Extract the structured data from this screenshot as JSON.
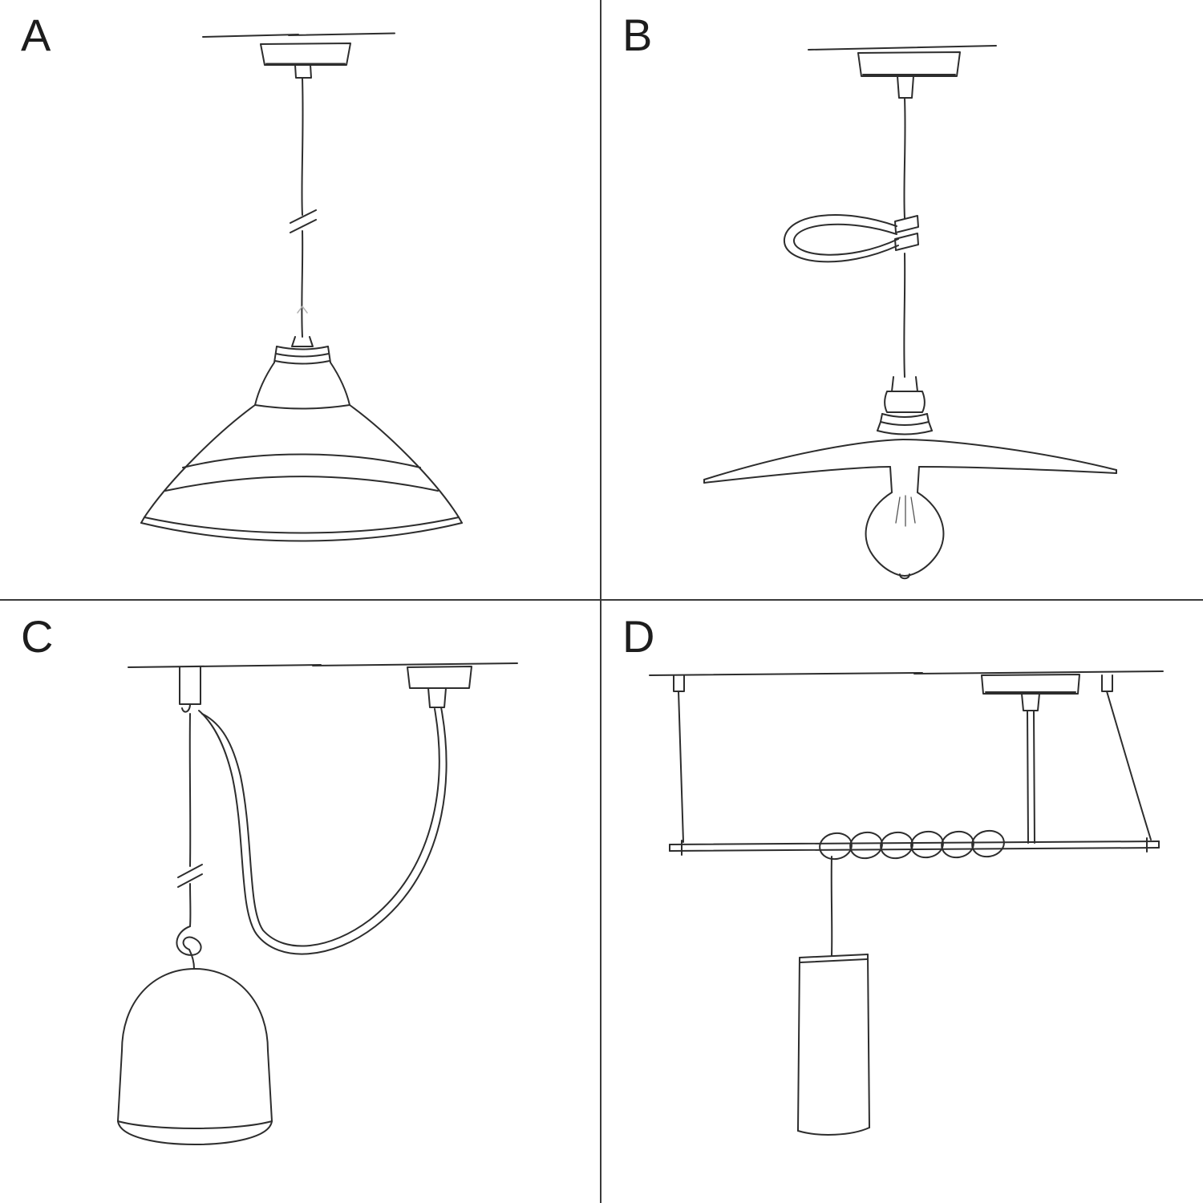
{
  "colors": {
    "background": "#ffffff",
    "ink": "#2d2d2d",
    "divider": "#3a3a3a",
    "faint": "#b3b3b3"
  },
  "panels": [
    {
      "label": "A",
      "name": "pendant-straight-drop-with-industrial-coolie-shade"
    },
    {
      "label": "B",
      "name": "pendant-with-cable-loop-flat-plate-shade-and-exposed-bulb"
    },
    {
      "label": "C",
      "name": "swag-pendant-over-hook-with-bell-cloche-shade"
    },
    {
      "label": "D",
      "name": "suspended-bar-with-wrapped-cable-and-cylinder-shade"
    }
  ]
}
